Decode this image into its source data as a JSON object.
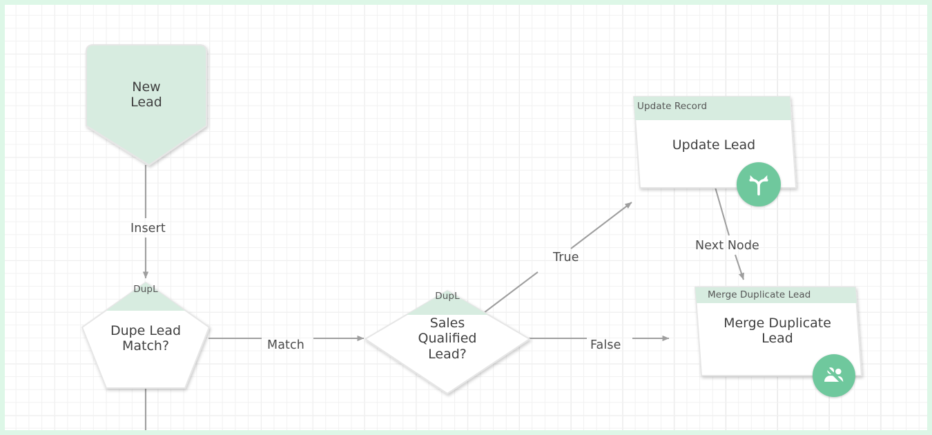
{
  "canvas": {
    "frame_color": "#ddf7e7",
    "background_color": "#ffffff",
    "grid_minor_color": "#f1f1f1",
    "grid_major_color": "#e4e4e4"
  },
  "theme": {
    "node_fill": "#ffffff",
    "node_accent_fill": "#d7ece0",
    "node_stroke": "#e0e0e0",
    "badge_green": "#6fc89d",
    "edge_color": "#9e9e9e",
    "text_color": "#3f3f3f",
    "label_color": "#4a4a4a"
  },
  "diagram": {
    "type": "flowchart",
    "nodes": [
      {
        "id": "new-lead",
        "shape": "pentagon-down",
        "header": null,
        "label": "New\nLead",
        "filled": true,
        "badge": null
      },
      {
        "id": "dupe-lead-match",
        "shape": "pentagon-up",
        "header": "DupL",
        "label": "Dupe Lead\nMatch?",
        "filled": false,
        "badge": null
      },
      {
        "id": "sales-qualified-lead",
        "shape": "diamond",
        "header": "DupL",
        "label": "Sales\nQualified\nLead?",
        "filled": false,
        "badge": null
      },
      {
        "id": "update-lead",
        "shape": "parallelogram",
        "header": "Update Record",
        "label": "Update Lead",
        "filled": false,
        "badge": "branch-split-icon"
      },
      {
        "id": "merge-duplicate-lead",
        "shape": "parallelogram",
        "header": "Merge Duplicate Lead",
        "label": "Merge Duplicate\nLead",
        "filled": false,
        "badge": "merge-users-icon"
      }
    ],
    "edges": [
      {
        "id": "edge-insert",
        "label": "Insert",
        "from": "new-lead",
        "to": "dupe-lead-match"
      },
      {
        "id": "edge-match",
        "label": "Match",
        "from": "dupe-lead-match",
        "to": "sales-qualified-lead"
      },
      {
        "id": "edge-true",
        "label": "True",
        "from": "sales-qualified-lead",
        "to": "update-lead"
      },
      {
        "id": "edge-false",
        "label": "False",
        "from": "sales-qualified-lead",
        "to": "merge-duplicate-lead"
      },
      {
        "id": "edge-next-node",
        "label": "Next Node",
        "from": "update-lead",
        "to": "merge-duplicate-lead"
      }
    ]
  }
}
